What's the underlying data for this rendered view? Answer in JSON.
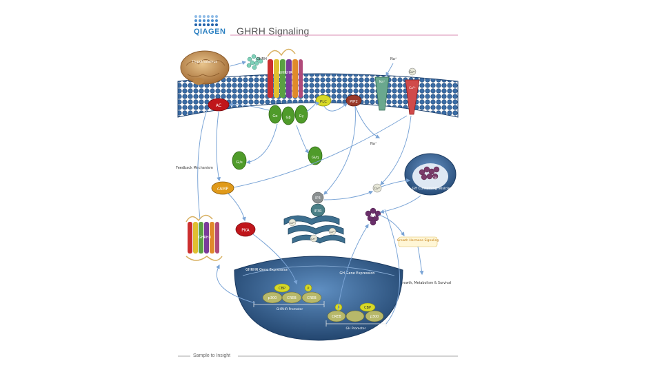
{
  "header": {
    "brand": "QIAGEN",
    "title": "GHRH Signaling"
  },
  "footer": {
    "tagline": "Sample to Insight"
  },
  "labels": {
    "hypothalamus": "Hypothalamus",
    "ghrh_ligand": "GHRH",
    "ghrhr_receptor": "GHRHR",
    "ghrhr_internal": "GHRHR",
    "ac": "AC",
    "plc": "PLC",
    "pip2": "PIP2",
    "g_alpha": "Gα",
    "g_beta": "Gβ",
    "g_gamma": "Gγ",
    "gi_s": "Gi/s",
    "gi_q": "Gi/q",
    "camp": "cAMP",
    "pka": "PKA",
    "ip3": "IP3",
    "ip3r": "IP3R",
    "ca_channel": "Ca²⁺",
    "na_channel": "Na⁺",
    "na_in": "Na⁺",
    "na_out": "Na⁺",
    "ca_top": "Ca²⁺",
    "ca_mid": "Ca²⁺",
    "ca_er1": "Ca²⁺",
    "ca_er2": "Ca²⁺",
    "ca_er3": "Ca²⁺",
    "gh": "GH",
    "vesicle_gh": "GH",
    "vesicle_label": "GH Containing Vesicle",
    "feedback": "Feedback Mechanism",
    "growth_signaling": "Growth Hormone Signaling",
    "cell_growth": "Cell Growth, Metabolism & Survival",
    "ghrhr_expr": "GHRHR Gene Expression",
    "gh_expr": "GH Gene Expression",
    "promoter_left": "GHRHR Promoter",
    "promoter_right": "GH Promoter",
    "cbp": "CBP",
    "p300_l": "p300",
    "creb_l1": "CREB",
    "creb_l2": "CREB",
    "p_l": "P",
    "p_r": "P",
    "creb_r": "CREB",
    "cbp_r": "CBP",
    "p300_r": "p300"
  },
  "colors": {
    "membrane": "#2f5d93",
    "nucleus": "#2e5a8a",
    "er": "#3d6f8f",
    "red_protein": "#c0161b",
    "green_protein": "#4f9b2a",
    "orange_protein": "#e09a1a",
    "yellow_protein": "#d7d928",
    "arrow": "#7aa4d6",
    "header_line": "#e0a2c1"
  }
}
